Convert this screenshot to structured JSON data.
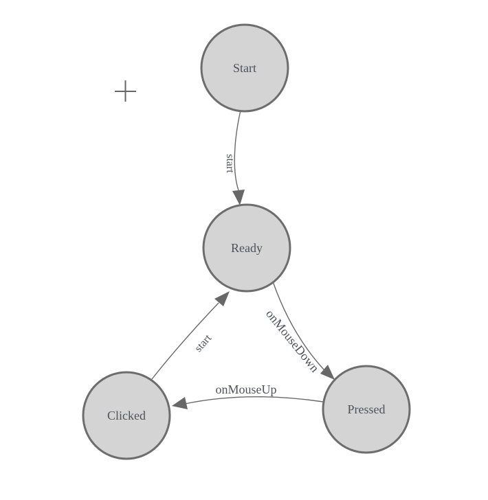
{
  "colors": {
    "node-fill": "#d4d4d4",
    "node-stroke": "#6d6d6d",
    "edge-color": "#686868",
    "text-color": "#4e525c",
    "cursor-color": "#666666",
    "bg": "#ffffff"
  },
  "diagram": {
    "type": "state-machine",
    "nodes": [
      {
        "id": "start",
        "label": "Start"
      },
      {
        "id": "ready",
        "label": "Ready"
      },
      {
        "id": "clicked",
        "label": "Clicked"
      },
      {
        "id": "pressed",
        "label": "Pressed"
      }
    ],
    "edges": [
      {
        "from": "start",
        "to": "ready",
        "label": "start"
      },
      {
        "from": "clicked",
        "to": "ready",
        "label": "start"
      },
      {
        "from": "ready",
        "to": "pressed",
        "label": "onMouseDown"
      },
      {
        "from": "pressed",
        "to": "clicked",
        "label": "onMouseUp"
      }
    ]
  }
}
